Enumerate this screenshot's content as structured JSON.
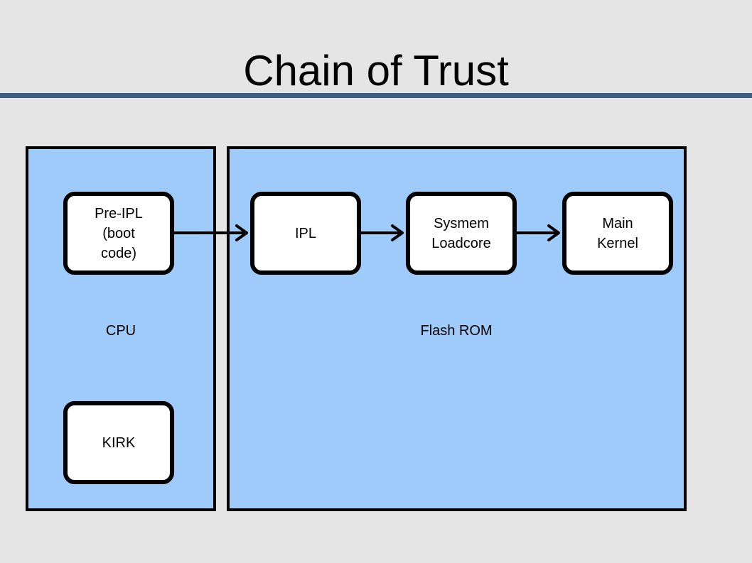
{
  "title": "Chain of Trust",
  "panels": {
    "cpu": "CPU",
    "flash": "Flash ROM"
  },
  "nodes": {
    "pre_ipl": "Pre-IPL\n(boot\ncode)",
    "kirk": "KIRK",
    "ipl": "IPL",
    "sysmem": "Sysmem\nLoadcore",
    "main_kernel": "Main\nKernel"
  },
  "edges": [
    {
      "from": "Pre-IPL",
      "to": "IPL"
    },
    {
      "from": "IPL",
      "to": "Sysmem Loadcore"
    },
    {
      "from": "Sysmem Loadcore",
      "to": "Main Kernel"
    }
  ],
  "colors": {
    "panel_fill": "#9fcbfb",
    "title_rule": "#3e5f88",
    "background": "#e5e5e5"
  }
}
